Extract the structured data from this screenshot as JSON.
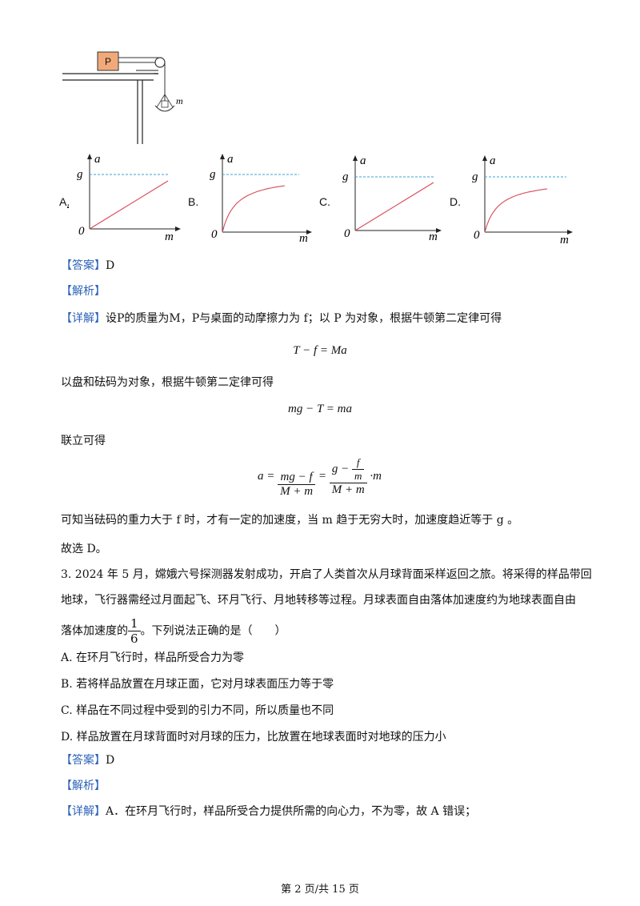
{
  "figure": {
    "block_label": "P",
    "mass_label": "m"
  },
  "graphs": [
    {
      "option": "A.",
      "y_axis": "a",
      "g_label": "g",
      "origin": "0",
      "x_axis": "m",
      "curve": "line"
    },
    {
      "option": "B.",
      "y_axis": "a",
      "g_label": "g",
      "origin": "0",
      "x_axis": "m",
      "curve": "saturating"
    },
    {
      "option": "C.",
      "y_axis": "a",
      "g_label": "g",
      "origin": "0",
      "x_axis": "m",
      "curve": "line"
    },
    {
      "option": "D.",
      "y_axis": "a",
      "g_label": "g",
      "origin": "0",
      "x_axis": "m",
      "curve": "saturating"
    }
  ],
  "q2": {
    "answer_tag": "【答案】",
    "answer": "D",
    "analysis_tag": "【解析】",
    "detail_tag": "【详解】",
    "detail_text": "设P的质量为M，P与桌面的动摩擦力为 f；以 P 为对象，根据牛顿第二定律可得",
    "eq1": "T − f = Ma",
    "line2": "以盘和砝码为对象，根据牛顿第二定律可得",
    "eq2": "mg − T = ma",
    "line3": "联立可得",
    "eq3_a": "a =",
    "eq3_f1_num": "mg − f",
    "eq3_f1_den": "M + m",
    "eq3_eq": "=",
    "eq3_inner_g": "g −",
    "eq3_inner_num": "f",
    "eq3_inner_den": "m",
    "eq3_f2_den": "M + m",
    "eq3_tail": "·m",
    "line4": "可知当砝码的重力大于 f 时，才有一定的加速度，当 m 趋于无穷大时，加速度趋近等于 g 。",
    "line5": "故选 D。"
  },
  "q3": {
    "line1": "3. 2024 年 5 月，嫦娥六号探测器发射成功，开启了人类首次从月球背面采样返回之旅。将采得的样品带回",
    "line2": "地球，飞行器需经过月面起飞、环月飞行、月地转移等过程。月球表面自由落体加速度约为地球表面自由",
    "line3_pre": "落体加速度的",
    "frac_num": "1",
    "frac_den": "6",
    "line3_post": "。下列说法正确的是（　　）",
    "optA": "A.  在环月飞行时，样品所受合力为零",
    "optB": "B.  若将样品放置在月球正面，它对月球表面压力等于零",
    "optC": "C.  样品在不同过程中受到的引力不同，所以质量也不同",
    "optD": "D.  样品放置在月球背面时对月球的压力，比放置在地球表面时对地球的压力小",
    "answer_tag": "【答案】",
    "answer": "D",
    "analysis_tag": "【解析】",
    "detail_tag": "【详解】",
    "detail_text": "A．在环月飞行时，样品所受合力提供所需的向心力，不为零，故 A 错误；"
  },
  "footer": "第 2 页/共 15 页",
  "colors": {
    "tag": "#2c63b8",
    "curve": "#d94a5a",
    "dash": "#3aa6d8",
    "block": "#f2a97a"
  }
}
